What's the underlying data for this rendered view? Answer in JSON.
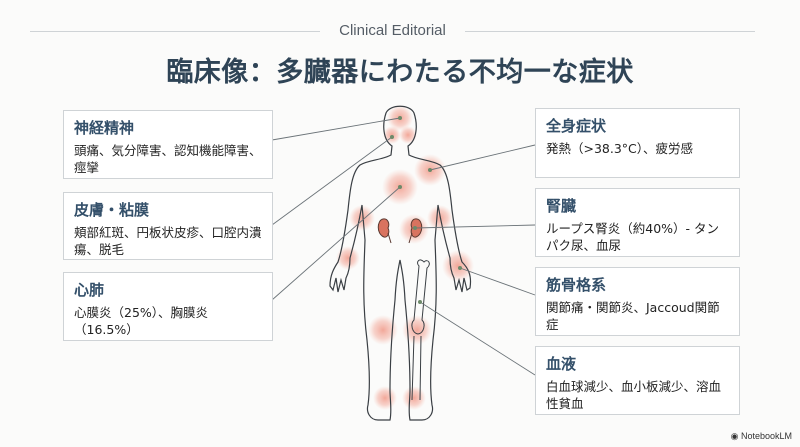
{
  "header": {
    "eyebrow": "Clinical Editorial",
    "title": "臨床像：多臓器にわたる不均一な症状"
  },
  "left_boxes": [
    {
      "title": "神経精神",
      "text": "頭痛、気分障害、認知機能障害、痙攣"
    },
    {
      "title": "皮膚・粘膜",
      "text": "頬部紅斑、円板状皮疹、口腔内潰瘍、脱毛"
    },
    {
      "title": "心肺",
      "text": "心膜炎（25%）、胸膜炎（16.5%）"
    }
  ],
  "right_boxes": [
    {
      "title": "全身症状",
      "text": "発熱（>38.3°C）、疲労感"
    },
    {
      "title": "腎臓",
      "text": "ループス腎炎（約40%）- タンパク尿、血尿"
    },
    {
      "title": "筋骨格系",
      "text": "関節痛・関節炎、Jaccoud関節症"
    },
    {
      "title": "血液",
      "text": "白血球減少、血小板減少、溶血性貧血"
    }
  ],
  "colors": {
    "accent": "#e8806e",
    "title": "#2f4456",
    "line": "#6b7378"
  },
  "brand": {
    "logo": "NotebookLM"
  }
}
